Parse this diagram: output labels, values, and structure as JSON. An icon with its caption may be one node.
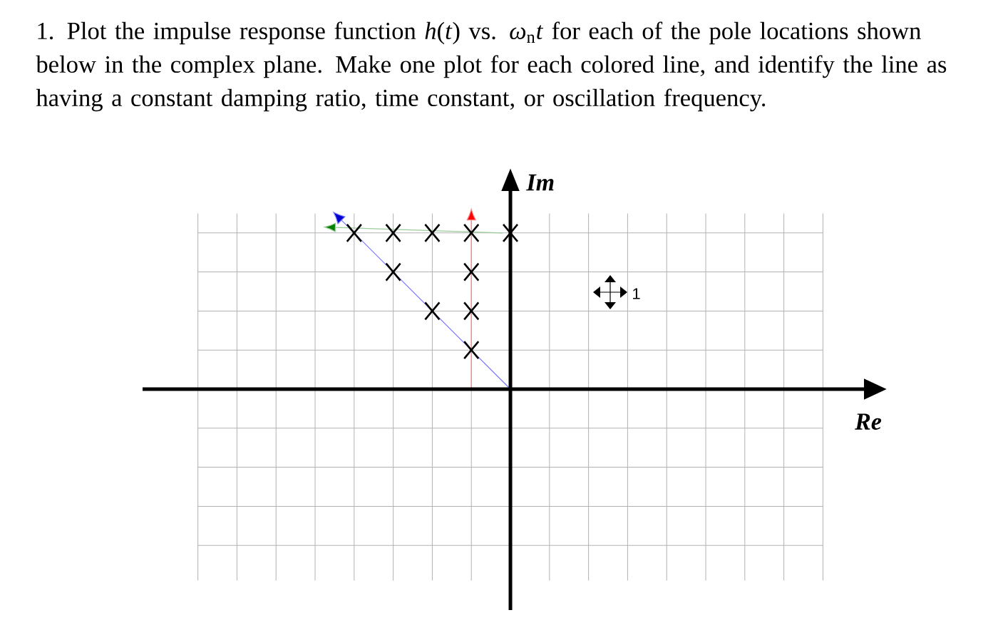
{
  "diagram": {
    "title": "1. Plot the impulse response function *h*(*t*) vs. *ω*$_{n}$*t* for each of the pole locations shown below in the complex plane. Make one plot for each colored line, and identify the line as having a constant damping ratio, time constant, or oscillation frequency.",
    "labels": [
      "Im",
      "Re",
      "1"
    ]
  }
}
